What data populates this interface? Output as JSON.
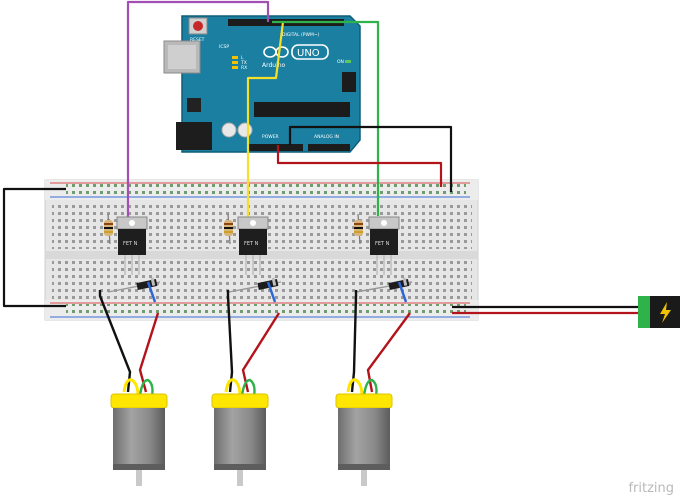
{
  "arduino": {
    "brand": "UNO",
    "logo_text": "Arduino",
    "reset_label": "RESET",
    "icsp_label": "ICSP",
    "digital_label": "DIGITAL (PWM~)",
    "analog_label": "ANALOG IN",
    "power_label": "POWER",
    "led_labels": [
      "L",
      "TX",
      "RX",
      "ON"
    ]
  },
  "mosfet_label": "FET N",
  "watermark": "fritzing",
  "colors": {
    "board": "#1a7fa0",
    "board_dark": "#0f5f79",
    "wire_purple": "#a14fb3",
    "wire_yellow": "#f4e02a",
    "wire_green": "#2fb24a",
    "wire_red": "#b3141b",
    "wire_black": "#111111",
    "motor_yellow": "#ffe600",
    "motor_body": "#8e8e8e",
    "breadboard": "#e7e7e7"
  }
}
